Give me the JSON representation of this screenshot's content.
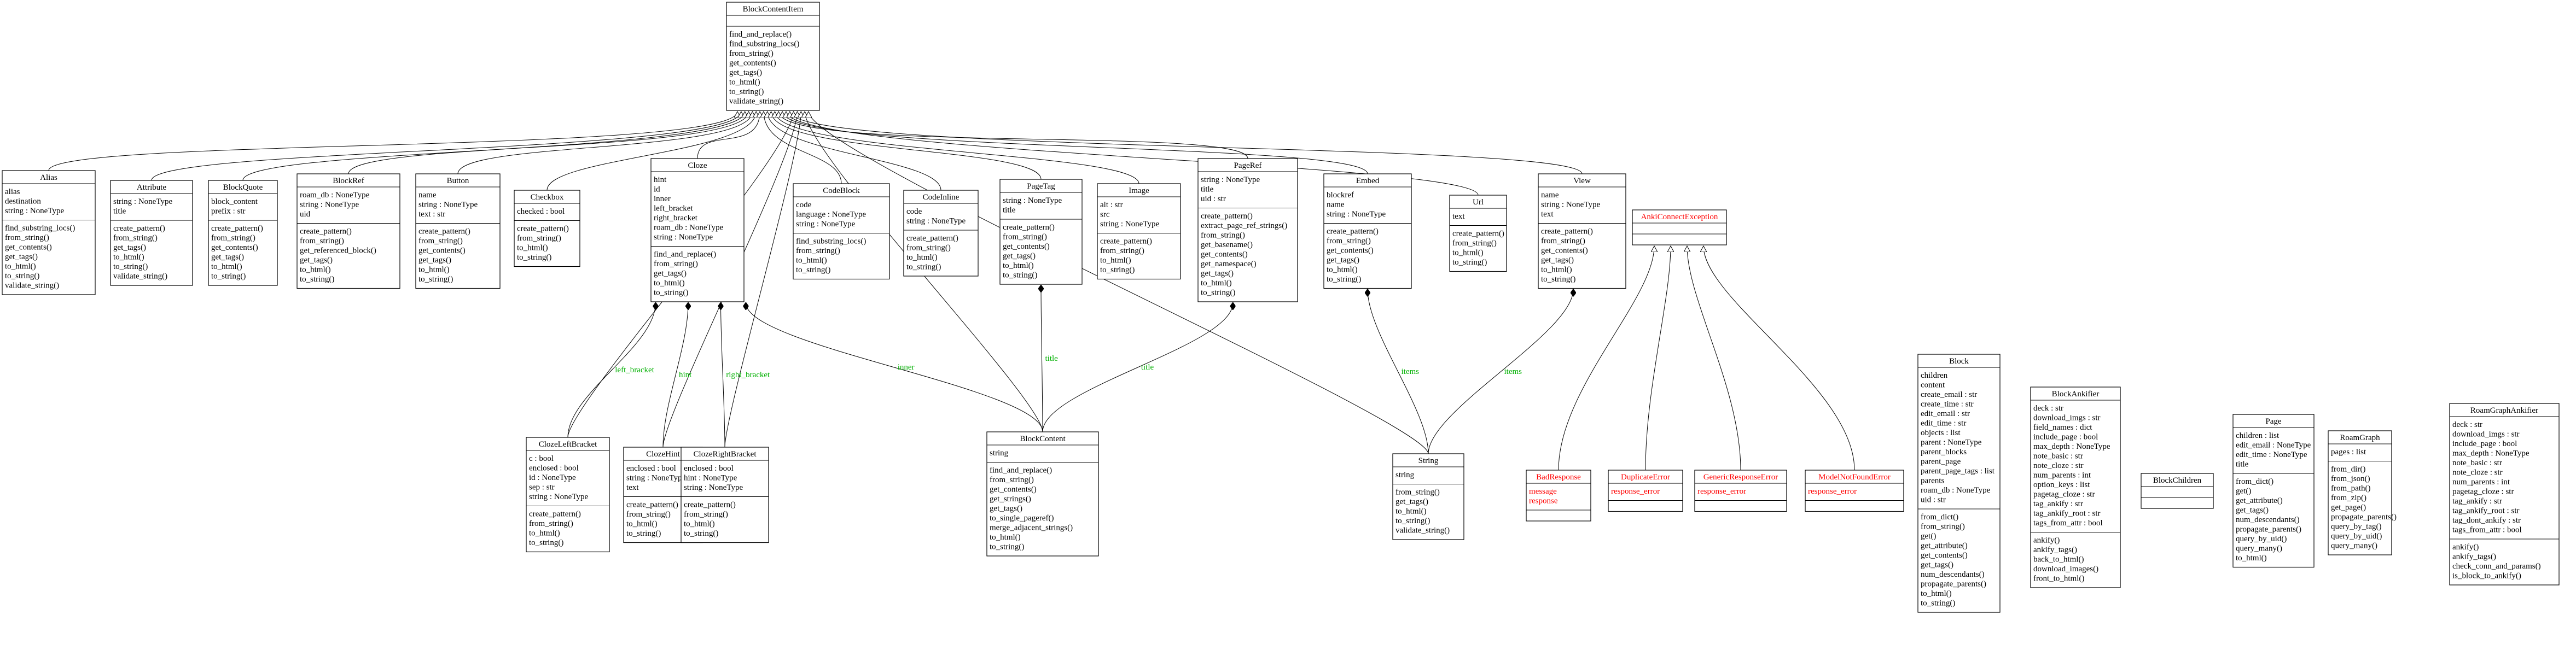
{
  "colors": {
    "line": "#000000",
    "box_bg": "#ffffff",
    "exception": "#ff0000",
    "edge_label": "#00b000"
  },
  "classes": [
    {
      "id": "BlockContentItem",
      "name": "BlockContentItem",
      "attrs": [],
      "methods": [
        "find_and_replace()",
        "find_substring_locs()",
        "from_string()",
        "get_contents()",
        "get_tags()",
        "to_html()",
        "to_string()",
        "validate_string()"
      ]
    },
    {
      "id": "Alias",
      "name": "Alias",
      "attrs": [
        "alias",
        "destination",
        "string : NoneType"
      ],
      "methods": [
        "find_substring_locs()",
        "from_string()",
        "get_contents()",
        "get_tags()",
        "to_html()",
        "to_string()",
        "validate_string()"
      ]
    },
    {
      "id": "Attribute",
      "name": "Attribute",
      "attrs": [
        "string : NoneType",
        "title"
      ],
      "methods": [
        "create_pattern()",
        "from_string()",
        "get_tags()",
        "to_html()",
        "to_string()",
        "validate_string()"
      ]
    },
    {
      "id": "BlockQuote",
      "name": "BlockQuote",
      "attrs": [
        "block_content",
        "prefix : str"
      ],
      "methods": [
        "create_pattern()",
        "from_string()",
        "get_contents()",
        "get_tags()",
        "to_html()",
        "to_string()"
      ]
    },
    {
      "id": "BlockRef",
      "name": "BlockRef",
      "attrs": [
        "roam_db : NoneType",
        "string : NoneType",
        "uid"
      ],
      "methods": [
        "create_pattern()",
        "from_string()",
        "get_referenced_block()",
        "get_tags()",
        "to_html()",
        "to_string()"
      ]
    },
    {
      "id": "Button",
      "name": "Button",
      "attrs": [
        "name",
        "string : NoneType",
        "text : str"
      ],
      "methods": [
        "create_pattern()",
        "from_string()",
        "get_contents()",
        "get_tags()",
        "to_html()",
        "to_string()"
      ]
    },
    {
      "id": "Checkbox",
      "name": "Checkbox",
      "attrs": [
        "checked : bool"
      ],
      "methods": [
        "create_pattern()",
        "from_string()",
        "to_html()",
        "to_string()"
      ]
    },
    {
      "id": "Cloze",
      "name": "Cloze",
      "attrs": [
        "hint",
        "id",
        "inner",
        "left_bracket",
        "right_bracket",
        "roam_db : NoneType",
        "string : NoneType"
      ],
      "methods": [
        "find_and_replace()",
        "from_string()",
        "get_tags()",
        "to_html()",
        "to_string()"
      ]
    },
    {
      "id": "CodeBlock",
      "name": "CodeBlock",
      "attrs": [
        "code",
        "language : NoneType",
        "string : NoneType"
      ],
      "methods": [
        "find_substring_locs()",
        "from_string()",
        "to_html()",
        "to_string()"
      ]
    },
    {
      "id": "CodeInline",
      "name": "CodeInline",
      "attrs": [
        "code",
        "string : NoneType"
      ],
      "methods": [
        "create_pattern()",
        "from_string()",
        "to_html()",
        "to_string()"
      ]
    },
    {
      "id": "PageTag",
      "name": "PageTag",
      "attrs": [
        "string : NoneType",
        "title"
      ],
      "methods": [
        "create_pattern()",
        "from_string()",
        "get_contents()",
        "get_tags()",
        "to_html()",
        "to_string()"
      ]
    },
    {
      "id": "Image",
      "name": "Image",
      "attrs": [
        "alt : str",
        "src",
        "string : NoneType"
      ],
      "methods": [
        "create_pattern()",
        "from_string()",
        "to_html()",
        "to_string()"
      ]
    },
    {
      "id": "PageRef",
      "name": "PageRef",
      "attrs": [
        "string : NoneType",
        "title",
        "uid : str"
      ],
      "methods": [
        "create_pattern()",
        "extract_page_ref_strings()",
        "from_string()",
        "get_basename()",
        "get_contents()",
        "get_namespace()",
        "get_tags()",
        "to_html()",
        "to_string()"
      ]
    },
    {
      "id": "Embed",
      "name": "Embed",
      "attrs": [
        "blockref",
        "name",
        "string : NoneType"
      ],
      "methods": [
        "create_pattern()",
        "from_string()",
        "get_contents()",
        "get_tags()",
        "to_html()",
        "to_string()"
      ]
    },
    {
      "id": "Url",
      "name": "Url",
      "attrs": [
        "text"
      ],
      "methods": [
        "create_pattern()",
        "from_string()",
        "to_html()",
        "to_string()"
      ]
    },
    {
      "id": "View",
      "name": "View",
      "attrs": [
        "name",
        "string : NoneType",
        "text"
      ],
      "methods": [
        "create_pattern()",
        "from_string()",
        "get_contents()",
        "get_tags()",
        "to_html()",
        "to_string()"
      ]
    },
    {
      "id": "AnkiConnectException",
      "name": "AnkiConnectException",
      "red": true,
      "attrs": [],
      "methods": []
    },
    {
      "id": "ClozeLeftBracket",
      "name": "ClozeLeftBracket",
      "attrs": [
        "c : bool",
        "enclosed : bool",
        "id : NoneType",
        "sep : str",
        "string : NoneType"
      ],
      "methods": [
        "create_pattern()",
        "from_string()",
        "to_html()",
        "to_string()"
      ]
    },
    {
      "id": "ClozeHint",
      "name": "ClozeHint",
      "attrs": [
        "enclosed : bool",
        "string : NoneType",
        "text"
      ],
      "methods": [
        "create_pattern()",
        "from_string()",
        "to_html()",
        "to_string()"
      ]
    },
    {
      "id": "ClozeRightBracket",
      "name": "ClozeRightBracket",
      "attrs": [
        "enclosed : bool",
        "hint : NoneType",
        "string : NoneType"
      ],
      "methods": [
        "create_pattern()",
        "from_string()",
        "to_html()",
        "to_string()"
      ]
    },
    {
      "id": "BlockContent",
      "name": "BlockContent",
      "attrs": [
        "string"
      ],
      "methods": [
        "find_and_replace()",
        "from_string()",
        "get_contents()",
        "get_strings()",
        "get_tags()",
        "to_single_pageref()",
        "merge_adjacent_strings()",
        "to_html()",
        "to_string()"
      ]
    },
    {
      "id": "String",
      "name": "String",
      "attrs": [
        "string"
      ],
      "methods": [
        "from_string()",
        "get_tags()",
        "to_html()",
        "to_string()",
        "validate_string()"
      ]
    },
    {
      "id": "BadResponse",
      "name": "BadResponse",
      "red": true,
      "attrs": [
        "message",
        "response"
      ],
      "methods": []
    },
    {
      "id": "DuplicateError",
      "name": "DuplicateError",
      "red": true,
      "attrs": [
        "response_error"
      ],
      "methods": []
    },
    {
      "id": "GenericResponseError",
      "name": "GenericResponseError",
      "red": true,
      "attrs": [
        "response_error"
      ],
      "methods": []
    },
    {
      "id": "ModelNotFoundError",
      "name": "ModelNotFoundError",
      "red": true,
      "attrs": [
        "response_error"
      ],
      "methods": []
    },
    {
      "id": "Block",
      "name": "Block",
      "attrs": [
        "children",
        "content",
        "create_email : str",
        "create_time : str",
        "edit_email : str",
        "edit_time : str",
        "objects : list",
        "parent : NoneType",
        "parent_blocks",
        "parent_page",
        "parent_page_tags : list",
        "parents",
        "roam_db : NoneType",
        "uid : str"
      ],
      "methods": [
        "from_dict()",
        "from_string()",
        "get()",
        "get_attribute()",
        "get_contents()",
        "get_tags()",
        "num_descendants()",
        "propagate_parents()",
        "to_html()",
        "to_string()"
      ]
    },
    {
      "id": "BlockAnkifier",
      "name": "BlockAnkifier",
      "attrs": [
        "deck : str",
        "download_imgs : str",
        "field_names : dict",
        "include_page : bool",
        "max_depth : NoneType",
        "note_basic : str",
        "note_cloze : str",
        "num_parents : int",
        "option_keys : list",
        "pagetag_cloze : str",
        "tag_ankify : str",
        "tag_ankify_root : str",
        "tags_from_attr : bool"
      ],
      "methods": [
        "ankify()",
        "ankify_tags()",
        "back_to_html()",
        "download_images()",
        "front_to_html()"
      ]
    },
    {
      "id": "BlockChildren",
      "name": "BlockChildren",
      "attrs": [],
      "methods": []
    },
    {
      "id": "Page",
      "name": "Page",
      "attrs": [
        "children : list",
        "edit_email : NoneType",
        "edit_time : NoneType",
        "title"
      ],
      "methods": [
        "from_dict()",
        "get()",
        "get_attribute()",
        "get_tags()",
        "num_descendants()",
        "propagate_parents()",
        "query_by_uid()",
        "query_many()",
        "to_html()"
      ]
    },
    {
      "id": "RoamGraph",
      "name": "RoamGraph",
      "attrs": [
        "pages : list"
      ],
      "methods": [
        "from_dir()",
        "from_json()",
        "from_path()",
        "from_zip()",
        "get_page()",
        "propagate_parents()",
        "query_by_tag()",
        "query_by_uid()",
        "query_many()"
      ]
    },
    {
      "id": "RoamGraphAnkifier",
      "name": "RoamGraphAnkifier",
      "attrs": [
        "deck : str",
        "download_imgs : str",
        "include_page : bool",
        "max_depth : NoneType",
        "note_basic : str",
        "note_cloze : str",
        "num_parents : int",
        "pagetag_cloze : str",
        "tag_ankify : str",
        "tag_ankify_root : str",
        "tag_dont_ankify : str",
        "tags_from_attr : bool"
      ],
      "methods": [
        "ankify()",
        "ankify_tags()",
        "check_conn_and_params()",
        "is_block_to_ankify()"
      ]
    }
  ],
  "edge_labels": [
    "left_bracket",
    "hint",
    "right_bracket",
    "inner",
    "title",
    "title",
    "items",
    "items"
  ]
}
